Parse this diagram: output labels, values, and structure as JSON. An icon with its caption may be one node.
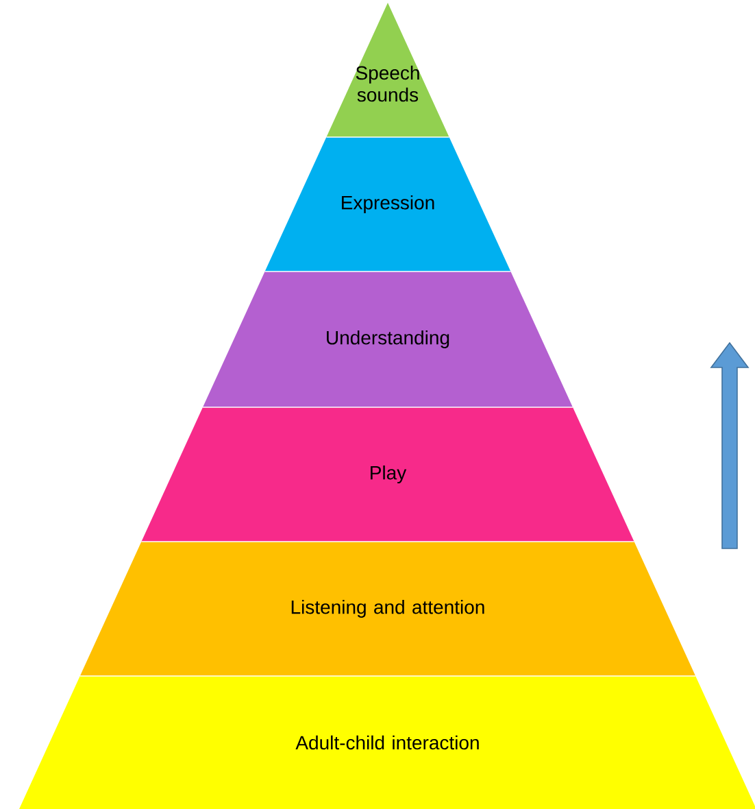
{
  "diagram": {
    "nodes": [
      {
        "text": [
          "Speech sounds"
        ]
      },
      {
        "text": [
          "Expression"
        ]
      },
      {
        "text": [
          "Understanding"
        ]
      },
      {
        "text": [
          "Play"
        ]
      },
      {
        "text": [
          "Listening and attention"
        ]
      },
      {
        "text": [
          "Adult-child interaction"
        ]
      }
    ]
  }
}
